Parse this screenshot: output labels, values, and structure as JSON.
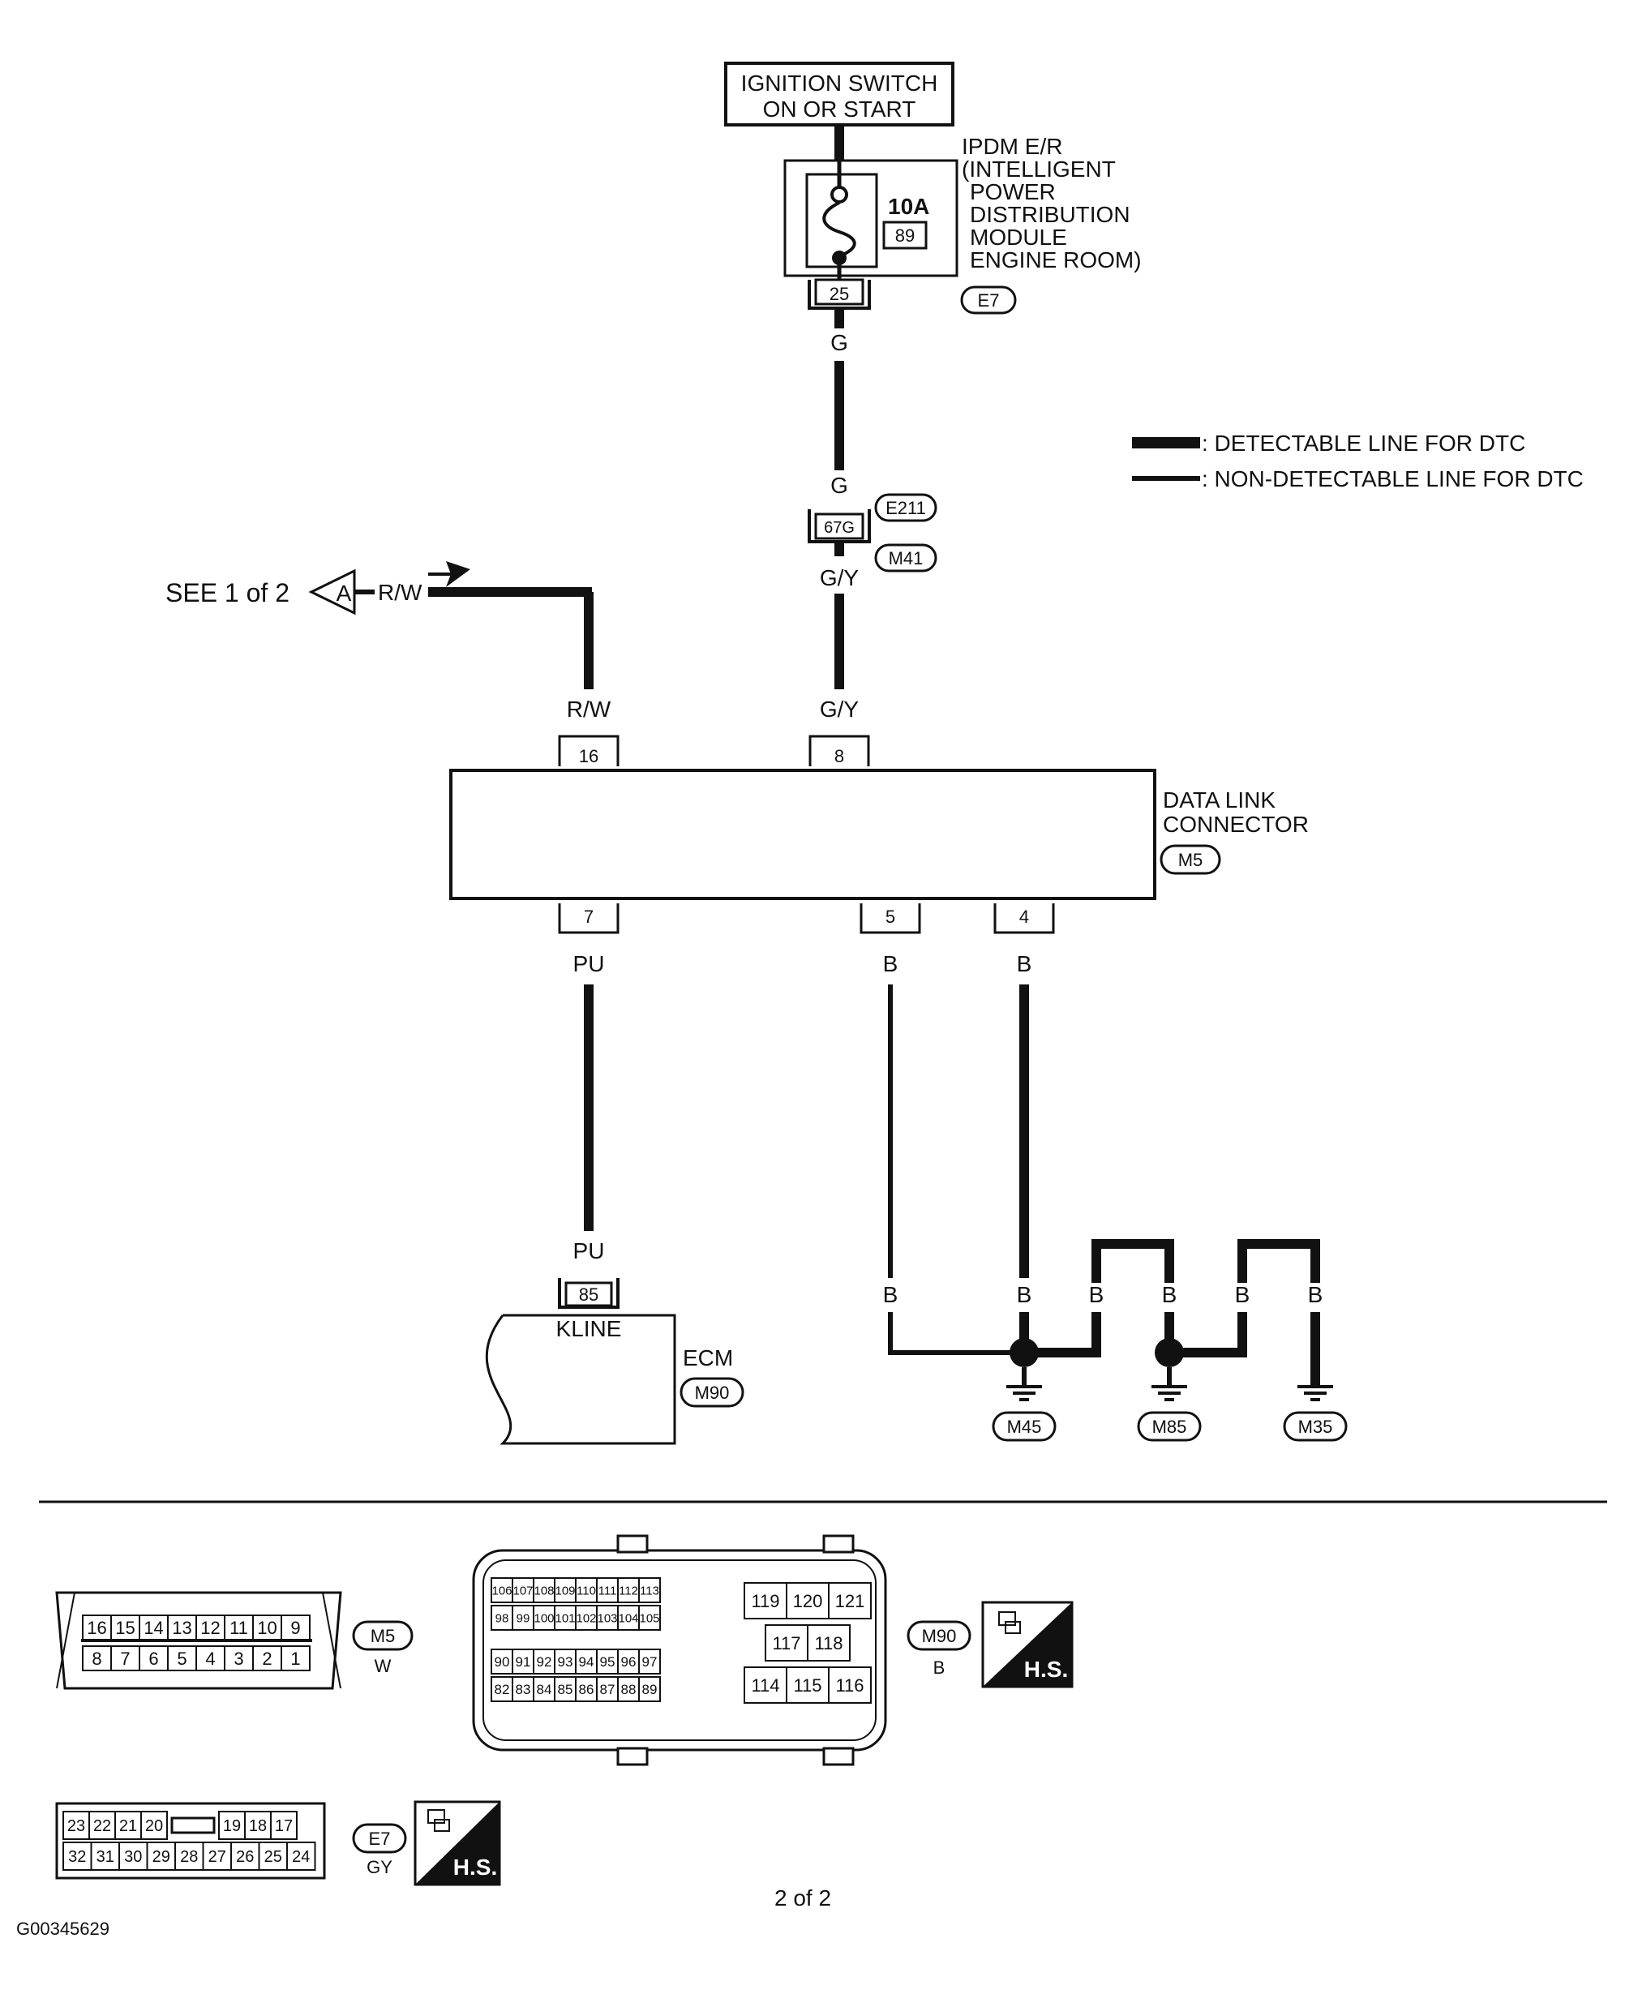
{
  "ignition_switch": {
    "line1": "IGNITION SWITCH",
    "line2": "ON OR START"
  },
  "ipdm": {
    "lines": [
      "IPDM E/R",
      "(INTELLIGENT",
      "POWER",
      "DISTRIBUTION",
      "MODULE",
      "ENGINE ROOM)"
    ],
    "fuse_rating": "10A",
    "fuse_number": "89",
    "pin": "25",
    "connector": "E7"
  },
  "legend": {
    "detectable": ": DETECTABLE LINE FOR DTC",
    "non_detectable": ": NON-DETECTABLE LINE FOR DTC"
  },
  "wires": {
    "g_top": "G",
    "g_mid": "G",
    "gy_mid": "G/Y",
    "gy_low": "G/Y",
    "rw_top": "R/W",
    "rw_low": "R/W",
    "pu_top": "PU",
    "pu_low": "PU",
    "b5_top": "B",
    "b4_top": "B",
    "b_g1": "B",
    "b_g2": "B",
    "b_g3": "B",
    "b_g4": "B",
    "b_g5": "B",
    "b_g6": "B"
  },
  "joint": {
    "pin": "67G",
    "connector_top": "E211",
    "connector_bottom": "M41"
  },
  "see_ref": {
    "text": "SEE 1 of 2",
    "marker": "A"
  },
  "dlc": {
    "lines": [
      "DATA LINK",
      "CONNECTOR"
    ],
    "connector": "M5",
    "pins_top": [
      "16",
      "8"
    ],
    "pins_bottom": [
      "7",
      "5",
      "4"
    ]
  },
  "ecm": {
    "label": "ECM",
    "pin": "85",
    "pin_name": "KLINE",
    "connector": "M90"
  },
  "grounds": [
    "M45",
    "M85",
    "M35"
  ],
  "connector_views": {
    "m5": {
      "id": "M5",
      "color": "W",
      "row1": [
        "16",
        "15",
        "14",
        "13",
        "12",
        "11",
        "10",
        "9"
      ],
      "row2": [
        "8",
        "7",
        "6",
        "5",
        "4",
        "3",
        "2",
        "1"
      ]
    },
    "m90": {
      "id": "M90",
      "color": "B",
      "r1": [
        "106",
        "107",
        "108",
        "109",
        "110",
        "111",
        "112",
        "113"
      ],
      "r2": [
        "98",
        "99",
        "100",
        "101",
        "102",
        "103",
        "104",
        "105"
      ],
      "r3": [
        "90",
        "91",
        "92",
        "93",
        "94",
        "95",
        "96",
        "97"
      ],
      "r4": [
        "82",
        "83",
        "84",
        "85",
        "86",
        "87",
        "88",
        "89"
      ],
      "right_top": [
        "119",
        "120",
        "121"
      ],
      "right_mid": [
        "117",
        "118"
      ],
      "right_bot": [
        "114",
        "115",
        "116"
      ]
    },
    "e7": {
      "id": "E7",
      "color": "GY",
      "row1": [
        "23",
        "22",
        "21",
        "20",
        "19",
        "18",
        "17"
      ],
      "row2": [
        "32",
        "31",
        "30",
        "29",
        "28",
        "27",
        "26",
        "25",
        "24"
      ]
    },
    "hs_badge": "H.S."
  },
  "page_label": "2 of 2",
  "figure_id": "G00345629"
}
